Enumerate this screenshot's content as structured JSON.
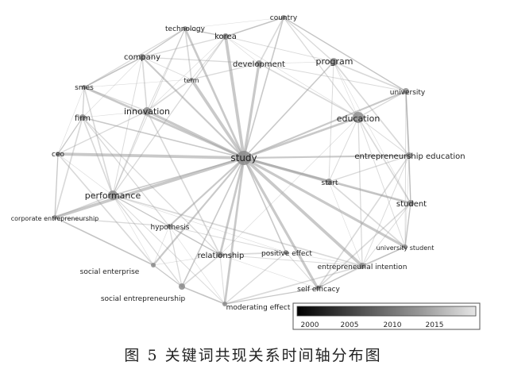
{
  "figure": {
    "caption": "图 5   关键词共现关系时间轴分布图"
  },
  "legend": {
    "ticks": [
      "2000",
      "2005",
      "2010",
      "2015"
    ],
    "gradient_colors": [
      "#000000",
      "#4a4a4a",
      "#9a9a9a",
      "#e6e6e6"
    ]
  },
  "colors": {
    "edge": "#9c9c9c",
    "node": "#8c8c8c",
    "label": "#222222"
  },
  "nodes": [
    {
      "id": "study",
      "label": "study"
    },
    {
      "id": "country",
      "label": "country"
    },
    {
      "id": "technology",
      "label": "technology"
    },
    {
      "id": "korea",
      "label": "korea"
    },
    {
      "id": "company",
      "label": "company"
    },
    {
      "id": "development",
      "label": "development"
    },
    {
      "id": "program",
      "label": "program"
    },
    {
      "id": "smes",
      "label": "smes"
    },
    {
      "id": "term",
      "label": "term"
    },
    {
      "id": "university",
      "label": "university"
    },
    {
      "id": "innovation",
      "label": "innovation"
    },
    {
      "id": "firm",
      "label": "firm"
    },
    {
      "id": "education",
      "label": "education"
    },
    {
      "id": "ceo",
      "label": "ceo"
    },
    {
      "id": "entrepreneurship_education",
      "label": "entrepreneurship education"
    },
    {
      "id": "start",
      "label": "start"
    },
    {
      "id": "performance",
      "label": "performance"
    },
    {
      "id": "student",
      "label": "student"
    },
    {
      "id": "corporate_entrepreneurship",
      "label": "corporate entrepreneurship"
    },
    {
      "id": "hypothesis",
      "label": "hypothesis"
    },
    {
      "id": "university_student",
      "label": "university student"
    },
    {
      "id": "positive_effect",
      "label": "positive effect"
    },
    {
      "id": "relationship",
      "label": "relationship"
    },
    {
      "id": "entrepreneurial_intention",
      "label": "entrepreneurial intention"
    },
    {
      "id": "social_enterprise",
      "label": "social enterprise"
    },
    {
      "id": "self_efficacy",
      "label": "self efficacy"
    },
    {
      "id": "social_entrepreneurship",
      "label": "social entrepreneurship"
    },
    {
      "id": "moderating_effect",
      "label": "moderating effect"
    }
  ],
  "edges": [
    [
      "study",
      "country"
    ],
    [
      "study",
      "technology"
    ],
    [
      "study",
      "korea"
    ],
    [
      "study",
      "company"
    ],
    [
      "study",
      "development"
    ],
    [
      "study",
      "program"
    ],
    [
      "study",
      "smes"
    ],
    [
      "study",
      "term"
    ],
    [
      "study",
      "university"
    ],
    [
      "study",
      "innovation"
    ],
    [
      "study",
      "firm"
    ],
    [
      "study",
      "education"
    ],
    [
      "study",
      "ceo"
    ],
    [
      "study",
      "entrepreneurship_education"
    ],
    [
      "study",
      "start"
    ],
    [
      "study",
      "performance"
    ],
    [
      "study",
      "student"
    ],
    [
      "study",
      "corporate_entrepreneurship"
    ],
    [
      "study",
      "hypothesis"
    ],
    [
      "study",
      "university_student"
    ],
    [
      "study",
      "positive_effect"
    ],
    [
      "study",
      "relationship"
    ],
    [
      "study",
      "entrepreneurial_intention"
    ],
    [
      "study",
      "social_enterprise"
    ],
    [
      "study",
      "self_efficacy"
    ],
    [
      "study",
      "social_entrepreneurship"
    ],
    [
      "study",
      "moderating_effect"
    ],
    [
      "education",
      "entrepreneurship_education"
    ],
    [
      "education",
      "program"
    ],
    [
      "education",
      "student"
    ],
    [
      "education",
      "university"
    ],
    [
      "education",
      "start"
    ],
    [
      "education",
      "korea"
    ],
    [
      "education",
      "development"
    ],
    [
      "education",
      "entrepreneurial_intention"
    ],
    [
      "education",
      "university_student"
    ],
    [
      "education",
      "relationship"
    ],
    [
      "performance",
      "firm"
    ],
    [
      "performance",
      "innovation"
    ],
    [
      "performance",
      "company"
    ],
    [
      "performance",
      "ceo"
    ],
    [
      "performance",
      "corporate_entrepreneurship"
    ],
    [
      "performance",
      "relationship"
    ],
    [
      "performance",
      "hypothesis"
    ],
    [
      "performance",
      "social_enterprise"
    ],
    [
      "performance",
      "smes"
    ],
    [
      "performance",
      "social_entrepreneurship"
    ],
    [
      "performance",
      "moderating_effect"
    ],
    [
      "performance",
      "positive_effect"
    ],
    [
      "performance",
      "entrepreneurial_intention"
    ],
    [
      "performance",
      "korea"
    ],
    [
      "performance",
      "technology"
    ],
    [
      "innovation",
      "firm"
    ],
    [
      "innovation",
      "company"
    ],
    [
      "innovation",
      "smes"
    ],
    [
      "innovation",
      "technology"
    ],
    [
      "innovation",
      "korea"
    ],
    [
      "innovation",
      "relationship"
    ],
    [
      "innovation",
      "ceo"
    ],
    [
      "program",
      "korea"
    ],
    [
      "program",
      "development"
    ],
    [
      "program",
      "university"
    ],
    [
      "program",
      "country"
    ],
    [
      "program",
      "start"
    ],
    [
      "program",
      "student"
    ],
    [
      "program",
      "entrepreneurship_education"
    ],
    [
      "company",
      "korea"
    ],
    [
      "company",
      "technology"
    ],
    [
      "company",
      "firm"
    ],
    [
      "company",
      "smes"
    ],
    [
      "company",
      "development"
    ],
    [
      "company",
      "term"
    ],
    [
      "korea",
      "development"
    ],
    [
      "korea",
      "country"
    ],
    [
      "korea",
      "technology"
    ],
    [
      "korea",
      "term"
    ],
    [
      "entrepreneurship_education",
      "student"
    ],
    [
      "entrepreneurship_education",
      "university"
    ],
    [
      "entrepreneurship_education",
      "start"
    ],
    [
      "entrepreneurship_education",
      "entrepreneurial_intention"
    ],
    [
      "entrepreneurship_education",
      "university_student"
    ],
    [
      "entrepreneurship_education",
      "self_efficacy"
    ],
    [
      "student",
      "university_student"
    ],
    [
      "student",
      "entrepreneurial_intention"
    ],
    [
      "student",
      "start"
    ],
    [
      "student",
      "self_efficacy"
    ],
    [
      "student",
      "university"
    ],
    [
      "relationship",
      "entrepreneurial_intention"
    ],
    [
      "relationship",
      "self_efficacy"
    ],
    [
      "relationship",
      "positive_effect"
    ],
    [
      "relationship",
      "hypothesis"
    ],
    [
      "relationship",
      "moderating_effect"
    ],
    [
      "relationship",
      "social_enterprise"
    ],
    [
      "relationship",
      "social_entrepreneurship"
    ],
    [
      "relationship",
      "firm"
    ],
    [
      "entrepreneurial_intention",
      "self_efficacy"
    ],
    [
      "entrepreneurial_intention",
      "positive_effect"
    ],
    [
      "entrepreneurial_intention",
      "moderating_effect"
    ],
    [
      "entrepreneurial_intention",
      "university_student"
    ],
    [
      "social_enterprise",
      "social_entrepreneurship"
    ],
    [
      "social_enterprise",
      "hypothesis"
    ],
    [
      "social_entrepreneurship",
      "moderating_effect"
    ],
    [
      "social_entrepreneurship",
      "hypothesis"
    ],
    [
      "firm",
      "ceo"
    ],
    [
      "firm",
      "smes"
    ],
    [
      "firm",
      "corporate_entrepreneurship"
    ],
    [
      "firm",
      "hypothesis"
    ],
    [
      "ceo",
      "corporate_entrepreneurship"
    ],
    [
      "ceo",
      "smes"
    ],
    [
      "corporate_entrepreneurship",
      "social_enterprise"
    ],
    [
      "corporate_entrepreneurship",
      "hypothesis"
    ],
    [
      "hypothesis",
      "positive_effect"
    ],
    [
      "hypothesis",
      "moderating_effect"
    ],
    [
      "development",
      "country"
    ],
    [
      "development",
      "term"
    ],
    [
      "development",
      "university"
    ],
    [
      "technology",
      "country"
    ],
    [
      "technology",
      "term"
    ],
    [
      "university",
      "country"
    ],
    [
      "university",
      "university_student"
    ],
    [
      "start",
      "entrepreneurial_intention"
    ],
    [
      "start",
      "university_student"
    ],
    [
      "positive_effect",
      "moderating_effect"
    ],
    [
      "positive_effect",
      "self_efficacy"
    ],
    [
      "smes",
      "term"
    ],
    [
      "term",
      "innovation"
    ],
    [
      "country",
      "education"
    ],
    [
      "self_efficacy",
      "moderating_effect"
    ],
    [
      "university_student",
      "self_efficacy"
    ],
    [
      "ceo",
      "social_enterprise"
    ],
    [
      "smes",
      "technology"
    ]
  ]
}
